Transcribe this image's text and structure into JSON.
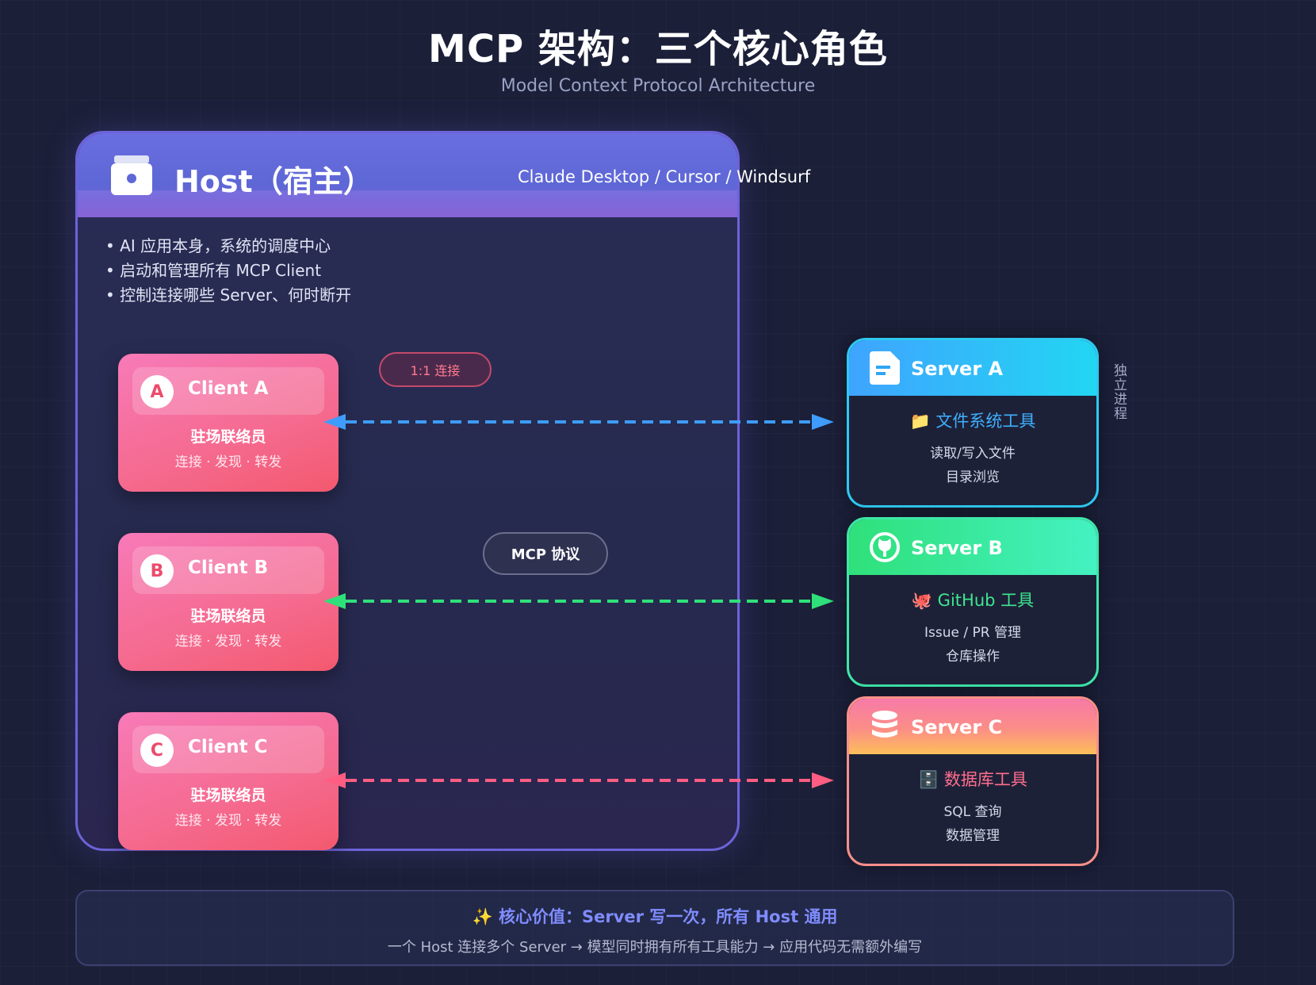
{
  "title": "MCP 架构：三个核心角色",
  "subtitle": "Model Context Protocol Architecture",
  "host": {
    "title": "Host（宿主）",
    "products": "Claude Desktop / Cursor / Windsurf",
    "bullets": [
      "• AI 应用本身，系统的调度中心",
      "• 启动和管理所有 MCP Client",
      "• 控制连接哪些 Server、何时断开"
    ],
    "icon": "robot-icon"
  },
  "clients": [
    {
      "badge": "A",
      "name": "Client A",
      "role": "驻场联络员",
      "duty": "连接 · 发现 · 转发"
    },
    {
      "badge": "B",
      "name": "Client B",
      "role": "驻场联络员",
      "duty": "连接 · 发现 · 转发"
    },
    {
      "badge": "C",
      "name": "Client C",
      "role": "驻场联络员",
      "duty": "连接 · 发现 · 转发"
    }
  ],
  "labels": {
    "one_to_one": "1:1 连接",
    "protocol": "MCP 协议",
    "independent": "独立进程"
  },
  "servers": [
    {
      "name": "Server A",
      "icon": "document-icon",
      "tool": "📁 文件系统工具",
      "lines": [
        "读取/写入文件",
        "目录浏览"
      ],
      "color": "#2ec9f0"
    },
    {
      "name": "Server B",
      "icon": "github-icon",
      "tool": "🐙 GitHub 工具",
      "lines": [
        "Issue / PR 管理",
        "仓库操作"
      ],
      "color": "#3ee6a8"
    },
    {
      "name": "Server C",
      "icon": "database-icon",
      "tool": "🗄️ 数据库工具",
      "lines": [
        "SQL 查询",
        "数据管理"
      ],
      "color": "#f98f8a"
    }
  ],
  "colors": {
    "arrow_a": "#3f9cff",
    "arrow_b": "#2fe07a",
    "arrow_c": "#ff5d82"
  },
  "footer": {
    "title": "✨ 核心价值：Server 写一次，所有 Host 通用",
    "subtitle": "一个 Host 连接多个 Server → 模型同时拥有所有工具能力 → 应用代码无需额外编写"
  }
}
